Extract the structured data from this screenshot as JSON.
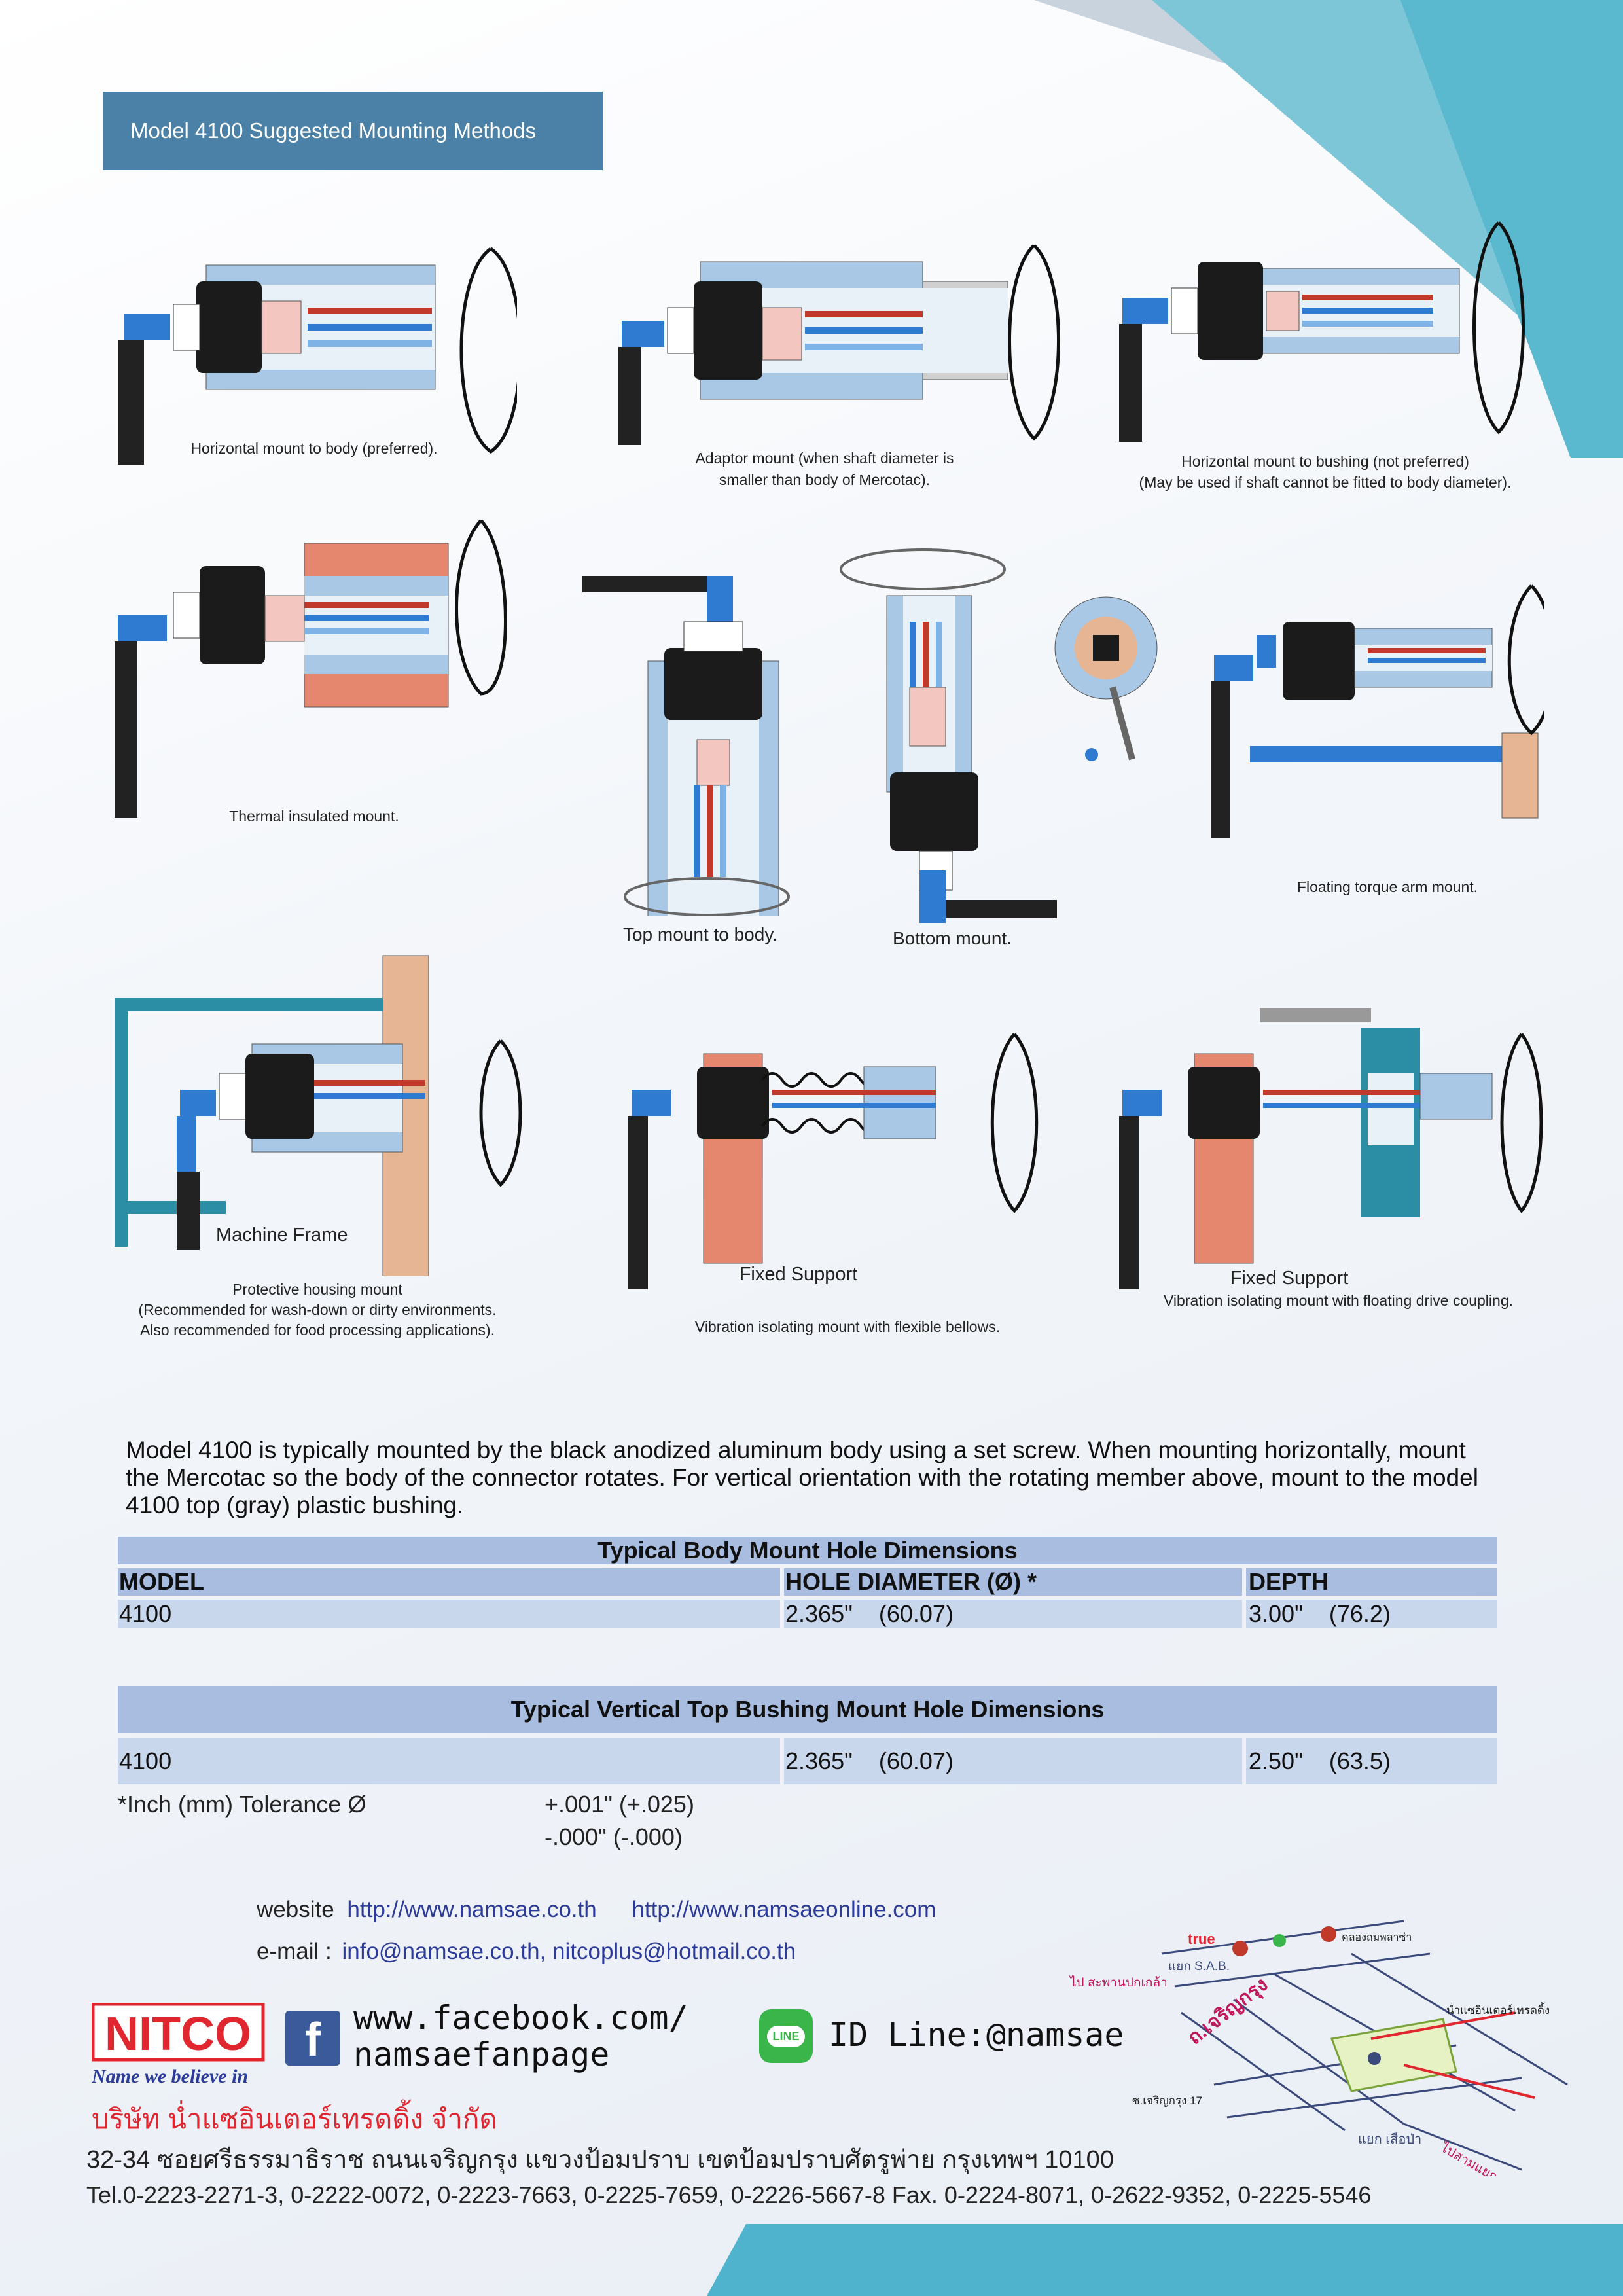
{
  "title": "Model 4100 Suggested Mounting Methods",
  "captions": {
    "c1": "Horizontal mount to body (preferred).",
    "c2a": "Adaptor mount (when shaft diameter is",
    "c2b": "smaller than body of Mercotac).",
    "c3a": "Horizontal mount to bushing (not preferred)",
    "c3b": "(May be used if shaft cannot be fitted to body diameter).",
    "c4": "Thermal insulated mount.",
    "c5": "Top mount to body.",
    "c6": "Bottom mount.",
    "c7": "Floating torque arm mount.",
    "c8a": "Protective housing mount",
    "c8b": "(Recommended for wash-down or dirty environments.",
    "c8c": "Also recommended for food processing applications).",
    "c8_label": "Machine Frame",
    "c9_label": "Fixed Support",
    "c9": "Vibration isolating mount with flexible bellows.",
    "c10_label": "Fixed Support",
    "c10": "Vibration isolating mount with floating drive coupling."
  },
  "paragraph": "Model 4100 is typically mounted by the black anodized aluminum body using a set screw.  When mounting horizontally, mount the Mercotac so the body of the connector rotates. For vertical orientation with the rotating member above, mount to the model 4100 top (gray) plastic bushing.",
  "table1": {
    "title": "Typical Body Mount Hole Dimensions",
    "headers": [
      "MODEL",
      "HOLE DIAMETER (Ø) *",
      "DEPTH"
    ],
    "row": [
      "4100",
      "2.365\"    (60.07)",
      "3.00\"    (76.2)"
    ]
  },
  "table2": {
    "title": "Typical Vertical Top Bushing Mount Hole Dimensions",
    "row": [
      "4100",
      "2.365\"    (60.07)",
      "2.50\"    (63.5)"
    ]
  },
  "tolerance": {
    "label": "*Inch (mm) Tolerance Ø",
    "plus": "+.001\" (+.025)",
    "minus": "-.000\" (-.000)"
  },
  "contact": {
    "website_label": "website",
    "website1": "http://www.namsae.co.th",
    "website2": "http://www.namsaeonline.com",
    "email_label": "e-mail :",
    "emails": "info@namsae.co.th, nitcoplus@hotmail.co.th"
  },
  "logo": {
    "brand": "NITCO",
    "tagline": "Name we believe in"
  },
  "facebook": {
    "line1": "www.facebook.com/",
    "line2": "namsaefanpage"
  },
  "line": {
    "icon_text": "LINE",
    "id": "ID Line:@namsae"
  },
  "company": "บริษัท น่ำแซอินเตอร์เทรดดิ้ง จำกัด",
  "address": "32-34 ซอยศรีธรรมาธิราช ถนนเจริญกรุง แขวงป้อมปราบ เขตป้อมปราบศัตรูพ่าย กรุงเทพฯ 10100",
  "tel": "Tel.0-2223-2271-3, 0-2222-0072, 0-2223-7663, 0-2225-7659, 0-2226-5667-8 Fax. 0-2224-8071, 0-2622-9352, 0-2225-5546",
  "map": {
    "true_label": "true",
    "junction_sab": "แยก S.A.B.",
    "to_saphan": "ไป สะพานปกเกล้า",
    "road_main": "ถ.เจริญกรุง",
    "plaza": "คลองถมพลาซ่า",
    "namsae": "น่ำแซอินเตอร์เทรดดิ้ง",
    "soi": "ซ.เจริญกรุง 17",
    "junction_suea": "แยก เสือป่า",
    "to_sampeng": "ไปสามแยก"
  },
  "colors": {
    "accent": "#4b81a6",
    "table_head": "#a8bde0",
    "table_row": "#c9d7ec",
    "brand_red": "#e0262f",
    "link": "#2c3b9a"
  }
}
